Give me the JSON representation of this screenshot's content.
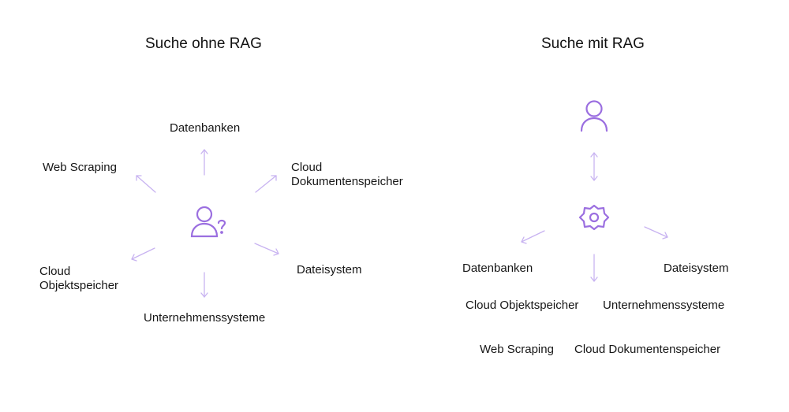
{
  "colors": {
    "accent": "#9b6fe0",
    "arrow": "#c8b3f1",
    "text": "#161616"
  },
  "left": {
    "title": "Suche ohne RAG",
    "center_icon": "user-question-icon",
    "labels": {
      "datenbanken": "Datenbanken",
      "web_scraping": "Web Scraping",
      "cloud_dokumentenspeicher_1": "Cloud",
      "cloud_dokumentenspeicher_2": "Dokumentenspeicher",
      "cloud_objektspeicher_1": "Cloud",
      "cloud_objektspeicher_2": "Objektspeicher",
      "dateisystem": "Dateisystem",
      "unternehmenssysteme": "Unternehmenssysteme"
    }
  },
  "right": {
    "title": "Suche mit RAG",
    "user_icon": "user-icon",
    "engine_icon": "gear-icon",
    "labels": {
      "datenbanken": "Datenbanken",
      "dateisystem": "Dateisystem",
      "cloud_objektspeicher": "Cloud Objektspeicher",
      "unternehmenssysteme": "Unternehmenssysteme",
      "web_scraping": "Web Scraping",
      "cloud_dokumentenspeicher": "Cloud Dokumentenspeicher"
    }
  }
}
